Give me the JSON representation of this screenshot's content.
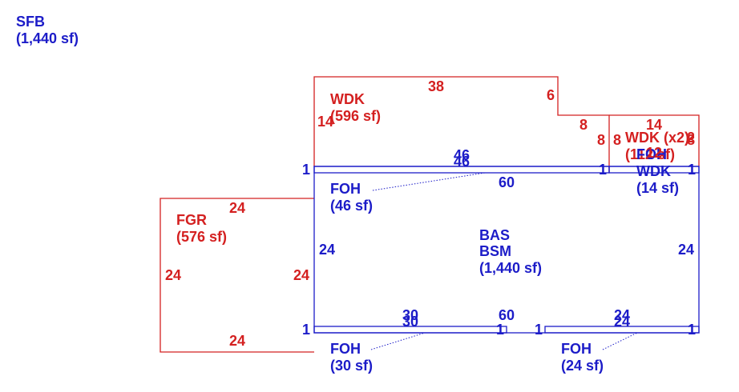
{
  "header": {
    "code": "SFB",
    "area": "(1,440 sf)"
  },
  "colors": {
    "living_area": "#1c1cc8",
    "exterior": "#d42020",
    "background": "#ffffff"
  },
  "areas": {
    "wdk_main": {
      "code": "WDK",
      "area": "(596 sf)"
    },
    "wdk_small": {
      "code": "WDK (x2)",
      "area": "(112 sf)"
    },
    "foh_small": {
      "code": "FOH",
      "extra": "WDK",
      "area": "(14 sf)"
    },
    "fgr": {
      "code": "FGR",
      "area": "(576 sf)"
    },
    "foh_top": {
      "code": "FOH",
      "area": "(46 sf)"
    },
    "bas": {
      "code": "BAS",
      "code2": "BSM",
      "area": "(1,440 sf)"
    },
    "foh_bl": {
      "code": "FOH",
      "area": "(30 sf)"
    },
    "foh_br": {
      "code": "FOH",
      "area": "(24 sf)"
    }
  },
  "dims": {
    "wdk_top": "38",
    "wdk_step": "6",
    "wdk_left": "14",
    "wdk_right": "8",
    "wdk2_left": "8",
    "wdk2_left_b": "8",
    "wdk2_top": "14",
    "wdk2_right": "8",
    "wdk2_inner": "12",
    "wdk2_inner_b": "2",
    "foh_top_len_a": "46",
    "foh_top_len_b": "46",
    "foh_top_end_l": "1",
    "foh_top_end_r": "1",
    "foh_small_end": "1",
    "bas_top": "60",
    "bas_left": "24",
    "bas_right": "24",
    "bas_bottom": "60",
    "fgr_top": "24",
    "fgr_bottom": "24",
    "fgr_left": "24",
    "fgr_right": "24",
    "foh_bl_len_a": "30",
    "foh_bl_len_b": "30",
    "foh_bl_end_l": "1",
    "foh_bl_end_r": "1",
    "foh_br_len_a": "24",
    "foh_br_len_b": "24",
    "foh_br_end_l": "1",
    "foh_br_end_r": "1"
  }
}
